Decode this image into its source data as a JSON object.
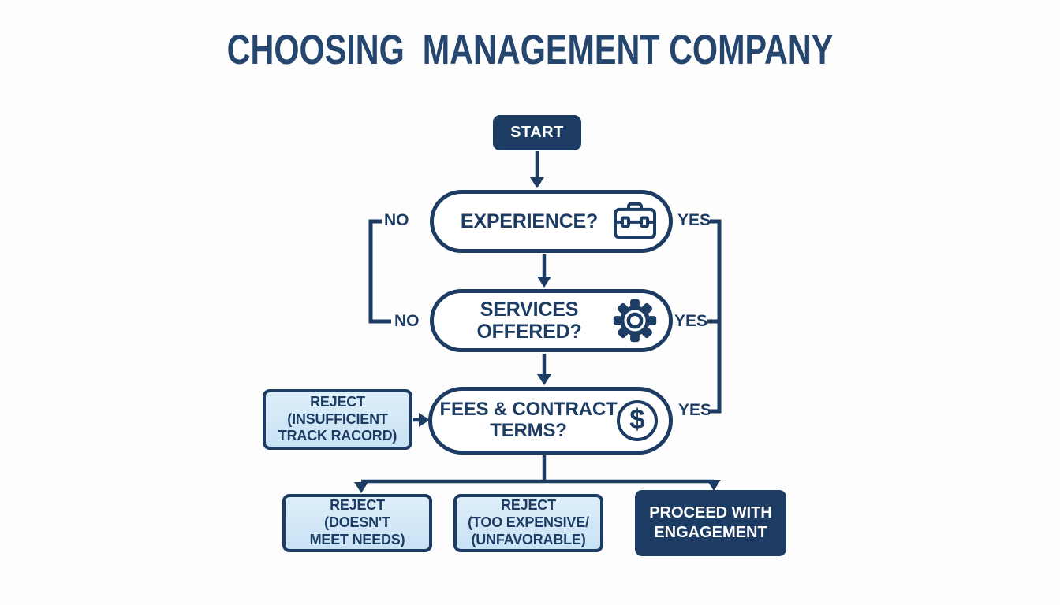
{
  "title": "CHOOSING  MANAGEMENT COMPANY",
  "palette": {
    "navy": "#1d3c63",
    "title_navy": "#25466e",
    "light_blue_fill": "#cfe5f6",
    "background": "#fdfdfd"
  },
  "nodes": {
    "start": {
      "label": "START"
    },
    "experience": {
      "label": "EXPERIENCE?",
      "icon": "briefcase-icon"
    },
    "services": {
      "label": "SERVICES OFFERED?",
      "icon": "gear-icon"
    },
    "fees": {
      "lines": [
        "FEES & CONTRACT",
        "TERMS?"
      ],
      "icon": "dollar-icon",
      "dollar_glyph": "$"
    },
    "reject_track": {
      "lines": [
        "REJECT",
        "(INSUFFICIENT",
        "TRACK RACORD)"
      ]
    },
    "reject_needs": {
      "lines": [
        "REJECT",
        "(DOESN'T",
        "MEET NEEDS)"
      ]
    },
    "reject_expensive": {
      "lines": [
        "REJECT",
        "(TOO EXPENSIVE/",
        "(UNFAVORABLE)"
      ]
    },
    "proceed": {
      "lines": [
        "PROCEED WITH",
        "ENGAGEMENT"
      ]
    }
  },
  "edge_labels": {
    "experience_no": "NO",
    "services_no": "NO",
    "experience_yes": "YES",
    "services_yes": "YES",
    "fees_yes": "YES"
  }
}
